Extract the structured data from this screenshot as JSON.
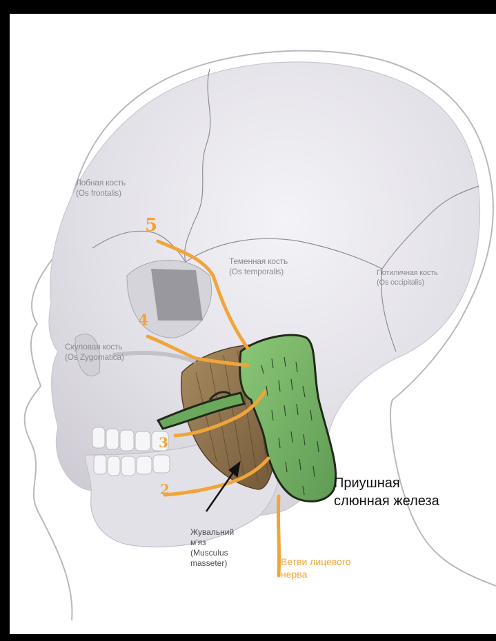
{
  "labels": {
    "frontal_ru": "Лобная кость",
    "frontal_lat": "(Os frontalis)",
    "temporal_ru": "Теменная кость",
    "temporal_lat": "(Os temporalis)",
    "occipital_ru": "Потиличная кость",
    "occipital_lat": "(Os occipitalis)",
    "zygomatic_ru": "Скуловая кость",
    "zygomatic_lat": "(Os Zygomatica)",
    "parotid_line1": "Приушная",
    "parotid_line2": "слюнная железа",
    "masseter_line1": "Жувальний",
    "masseter_line2": "м'яз",
    "masseter_line3": "(Musculus",
    "masseter_line4": "masseter)",
    "nerve_line1": "Ветви лицевого",
    "nerve_line2": "нерва"
  },
  "nerve_branch_numbers": [
    "5",
    "4",
    "3",
    "2"
  ],
  "colors": {
    "skull": "#e6e4ea",
    "gland": "#7cb86a",
    "muscle": "#8a6a3e",
    "nerve": "#f0a53a"
  }
}
